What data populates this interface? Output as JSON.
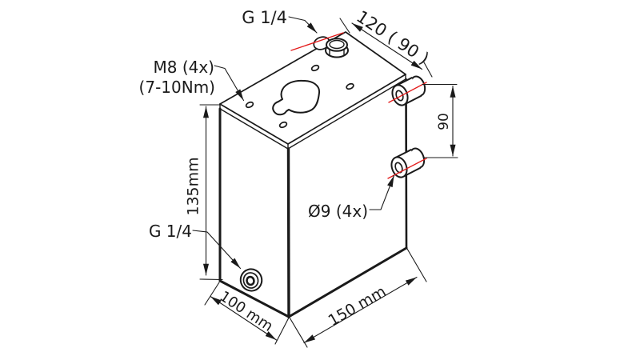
{
  "drawing": {
    "type": "isometric technical drawing of hydraulic tank",
    "labels": {
      "port_top": "G 1/4",
      "dim_depth": "120 ( 90 )",
      "thread_line1": "M8 (4x)",
      "thread_line2": "(7-10Nm)",
      "dim_boss_spacing": "90",
      "dim_height": "135mm",
      "boss_hole": "Ø9 (4x)",
      "port_bottom": "G 1/4",
      "dim_width": "100 mm",
      "dim_length": "150 mm"
    },
    "colors": {
      "line": "#1a1a1a",
      "centerline": "#e31b1b",
      "background": "#ffffff"
    }
  }
}
